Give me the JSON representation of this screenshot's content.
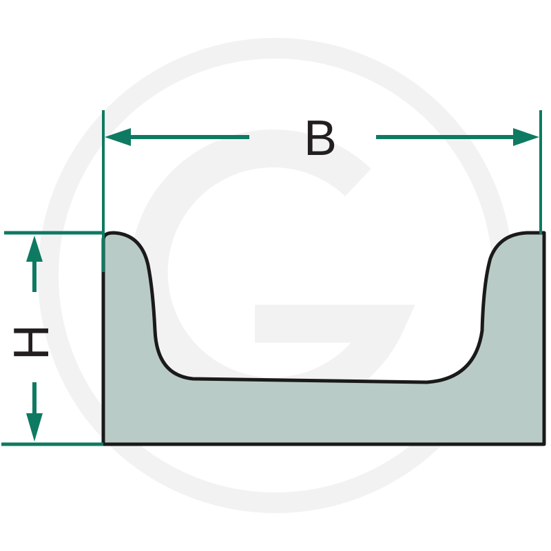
{
  "labels": {
    "width": "B",
    "height": "H"
  },
  "watermark": {
    "letter": "G"
  },
  "colors": {
    "dimension": "#0e7a62",
    "profile_fill": "#b9cbc6",
    "outline": "#1a1a1a",
    "watermark": "#f2f2f2"
  }
}
